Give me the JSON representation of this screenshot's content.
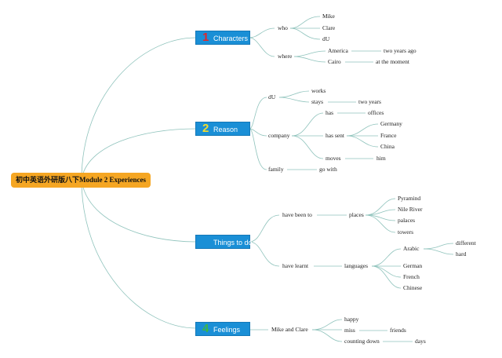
{
  "root": "初中英语外研版八下Module 2 Experiences",
  "topics": [
    {
      "num": "1",
      "label": "Characters",
      "num_color": "#e0262a"
    },
    {
      "num": "2",
      "label": "Reason",
      "num_color": "#f2dc2e"
    },
    {
      "num": "",
      "label": "Things to do",
      "num_color": "#ffffff"
    },
    {
      "num": "4",
      "label": "Feelings",
      "num_color": "#3bb54a"
    }
  ],
  "characters": {
    "who": "who",
    "who_items": [
      "Mike",
      "Clare",
      "dU"
    ],
    "where": "where",
    "america": "America",
    "america_time": "two years ago",
    "cairo": "Cairo",
    "cairo_time": "at the moment"
  },
  "reason": {
    "du": "dU",
    "works": "works",
    "stays": "stays",
    "stays_time": "two years",
    "company": "company",
    "has": "has",
    "offices": "offices",
    "has_sent": "has sent",
    "countries": [
      "Germany",
      "France",
      "China"
    ],
    "moves": "moves",
    "him": "him",
    "family": "family",
    "go_with": "go with"
  },
  "things": {
    "have_been_to": "have been to",
    "places": "places",
    "places_items": [
      "Pyramind",
      "Nile River",
      "palaces",
      "towers"
    ],
    "have_learnt": "have learnt",
    "languages": "languages",
    "arabic": "Arabic",
    "arabic_items": [
      "different",
      "hard"
    ],
    "languages_items": [
      "German",
      "French",
      "Chinese"
    ]
  },
  "feelings": {
    "mike_clare": "Mike and Clare",
    "happy": "happy",
    "miss": "miss",
    "friends": "friends",
    "counting_down": "counting down",
    "days": "days"
  }
}
